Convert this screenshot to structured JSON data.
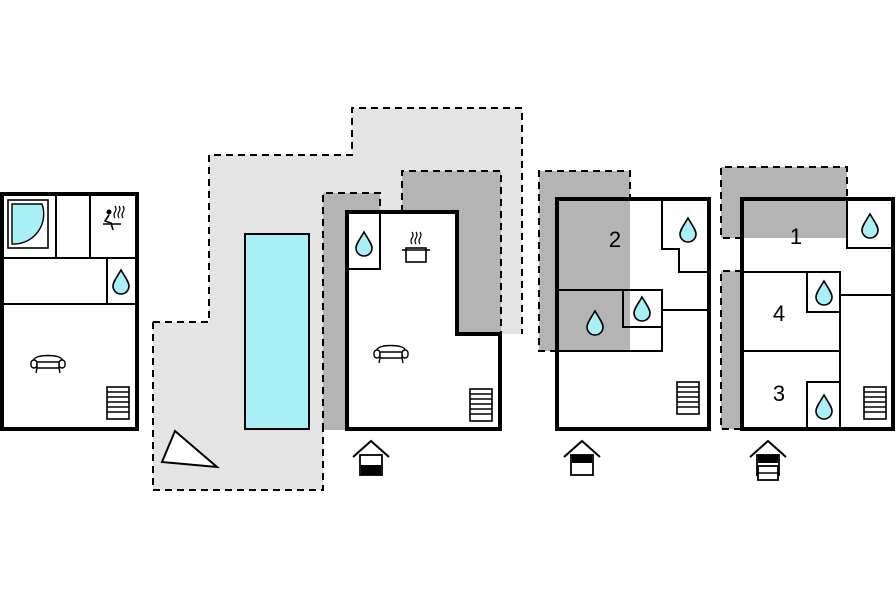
{
  "floorplan": {
    "room_numbers": {
      "r1": "1",
      "r2": "2",
      "r3": "3",
      "r4": "4"
    },
    "colors": {
      "terrace": "#e4e4e4",
      "balcony": "#b4b4b4",
      "water": "#a8f0f5",
      "wall": "#000000"
    },
    "icons": [
      "shower-icon",
      "sauna-icon",
      "water-drop-icon",
      "sofa-icon",
      "stairs-icon",
      "kitchen-pot-icon",
      "pool-icon",
      "entrance-icon"
    ]
  }
}
